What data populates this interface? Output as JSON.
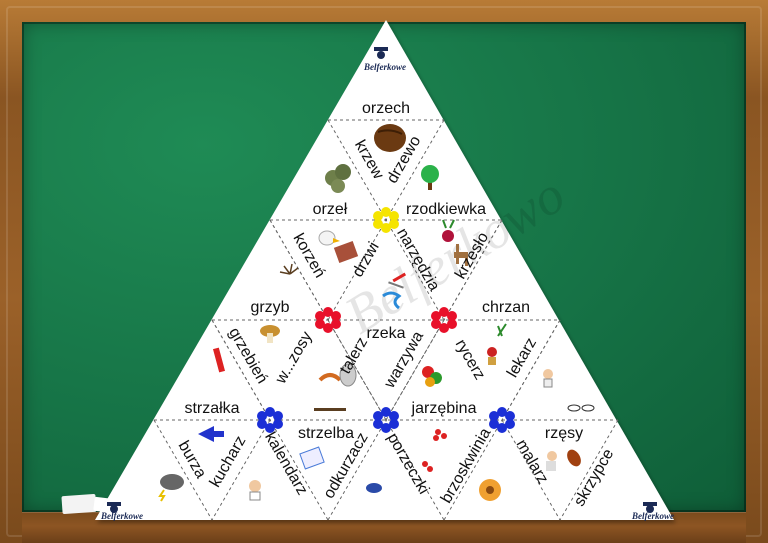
{
  "brand": {
    "logo_text": "Belferkowe",
    "watermark": "Belferkowo"
  },
  "colors": {
    "board": "#167346",
    "frame": "#8a5522",
    "dot_yellow": "#f5e400",
    "dot_red": "#e8102a",
    "dot_blue": "#1b2fd6"
  },
  "words": {
    "orzech": "orzech",
    "krzew": "krzew",
    "drzewo": "drzewo",
    "orzel": "orzeł",
    "rzodkiewka": "rzodkiewka",
    "korzen": "korzeń",
    "drzwi": "drzwi",
    "narzedzia": "narzędzia",
    "krzeslo": "krzesło",
    "grzyb": "grzyb",
    "rzeka": "rzeka",
    "chrzan": "chrzan",
    "grzebien": "grzebień",
    "warkocz": "w...zosy",
    "talerz": "talerz",
    "warzywa": "warzywa",
    "rycerz": "rycerz",
    "lekarz": "lekarz",
    "strzalka": "strzałka",
    "jarzebina": "jarzębina",
    "strzelba": "strzelba",
    "rzesy": "rzęsy",
    "burza": "burza",
    "kucharz": "kucharz",
    "kalendarz": "kalendarz",
    "odkurzacz": "odkurzacz",
    "porzeczki": "porzeczki",
    "brzoskwinia": "brzoskwinia",
    "malarz": "malarz",
    "skrzypce": "skrzypce"
  }
}
